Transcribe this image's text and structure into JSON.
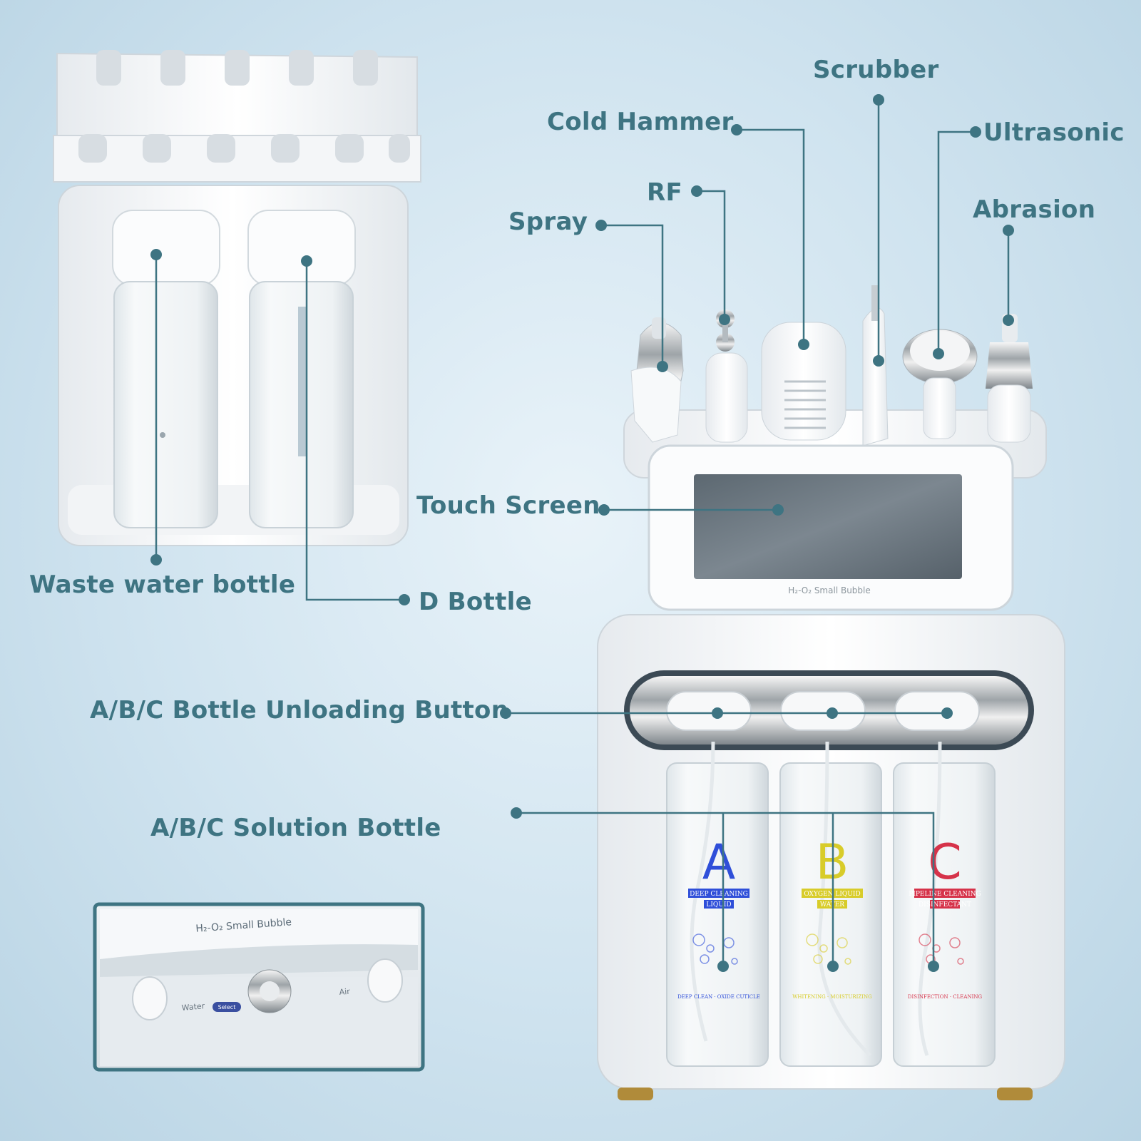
{
  "labels": {
    "scrubber": "Scrubber",
    "cold_hammer": "Cold Hammer",
    "ultrasonic": "Ultrasonic",
    "rf": "RF",
    "spray": "Spray",
    "abrasion": "Abrasion",
    "touch_screen": "Touch Screen",
    "waste_water_bottle": "Waste water bottle",
    "d_bottle": "D Bottle",
    "unloading_button": "A/B/C Bottle Unloading Button",
    "solution_bottle": "A/B/C Solution Bottle"
  },
  "device": {
    "brand": "H₂-O₂ Small Bubble",
    "bottles": [
      {
        "letter": "A",
        "line1": "DEEP  CLEANING",
        "line2": "LIQUID",
        "footer": "DEEP CLEAN · OXIDE CUTICLE",
        "color": "#2f4fd9"
      },
      {
        "letter": "B",
        "line1": "OXYGEN LIQUID",
        "line2": "WATER",
        "footer": "WHITENING · MOISTURIZING",
        "color": "#d8cc2a"
      },
      {
        "letter": "C",
        "line1": "PIPELINE CLEANING",
        "line2": "DISINFECTANT",
        "footer": "DISINFECTION · CLEANING",
        "color": "#d6334a"
      }
    ]
  },
  "inset": {
    "brand": "H₂-O₂ Small Bubble",
    "water": "Water",
    "air": "Air",
    "select": "Select"
  },
  "colors": {
    "label": "#3e7482",
    "line": "#3e7482",
    "inset_border": "#3e7482"
  }
}
